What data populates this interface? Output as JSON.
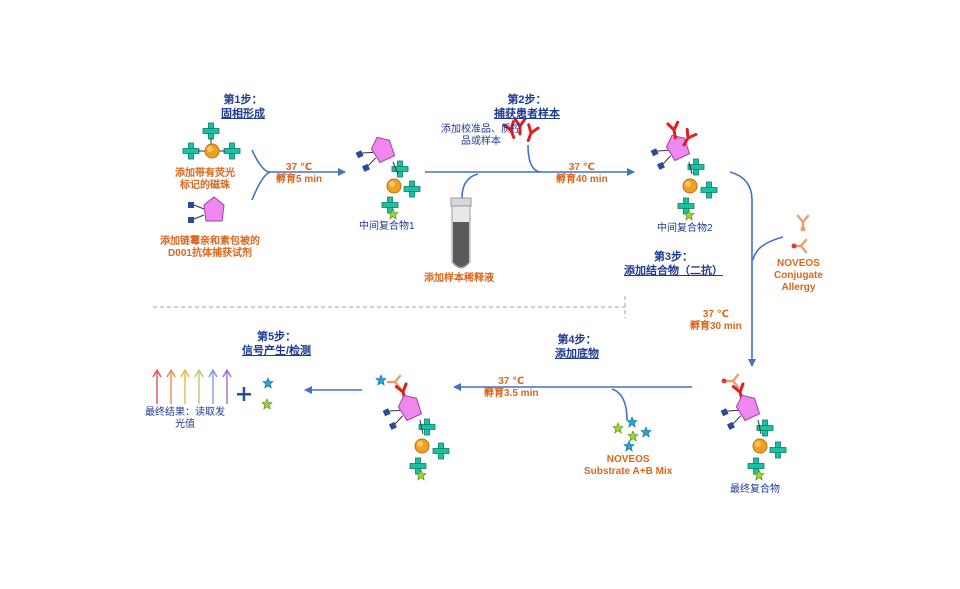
{
  "steps": {
    "s1": {
      "title": "第1步：",
      "subtitle": "固相形成"
    },
    "s2": {
      "title": "第2步：",
      "subtitle": "捕获患者样本"
    },
    "s3": {
      "title": "第3步：",
      "subtitle": "添加结合物（二抗）"
    },
    "s4": {
      "title": "第4步：",
      "subtitle": "添加底物"
    },
    "s5": {
      "title": "第5步：",
      "subtitle": "信号产生/检测"
    }
  },
  "labels": {
    "beads_l1": "添加带有荧光",
    "beads_l2": "标记的磁珠",
    "capture_l1": "添加链霉亲和素包被的",
    "capture_l2": "D001抗体捕获试剂",
    "complex1": "中间复合物1",
    "complex2": "中间复合物2",
    "final_complex": "最终复合物",
    "calib_l1": "添加校准品、质控",
    "calib_l2": "品或样本",
    "diluent": "添加样本稀释液",
    "conj_l1": "NOVEOS",
    "conj_l2": "Conjugate",
    "conj_l3": "Allergy",
    "sub_l1": "NOVEOS",
    "sub_l2": "Substrate A+B Mix",
    "result_l1": "最终结果：读取发",
    "result_l2": "光值"
  },
  "conditions": {
    "c1_temp": "37 ℃",
    "c1_time": "孵育5 min",
    "c2_temp": "37 ℃",
    "c2_time": "孵育40 min",
    "c3_temp": "37 ℃",
    "c3_time": "孵育30 min",
    "c4_temp": "37 ℃",
    "c4_time": "孵育3.5 min"
  },
  "colors": {
    "arrow": "#4472c4",
    "step_text": "#1f3a93",
    "orange_text": "#d9671e",
    "bead": "#f0a020",
    "cross": "#19c2a3",
    "pentagon": "#ee88ee",
    "antigen_red": "#e02020",
    "conjugate": "#e8a070"
  }
}
